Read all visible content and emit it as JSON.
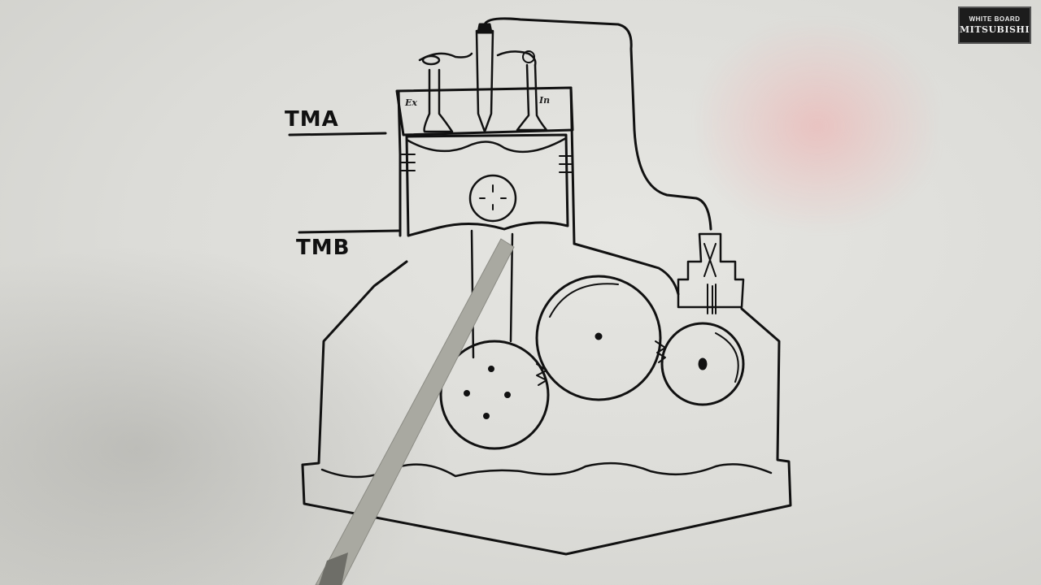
{
  "labels": {
    "tma": "TMA",
    "tmb": "TMB",
    "exhaust_valve_tag": "Ex",
    "intake_valve_tag": "In"
  },
  "brand": {
    "line1": "WHITE BOARD",
    "line2": "MITSUBISHI"
  },
  "colors": {
    "board": "#dcdcd8",
    "ink": "#111111",
    "pointer": "#a8a8a0",
    "reflection": "#f0aaaa"
  }
}
